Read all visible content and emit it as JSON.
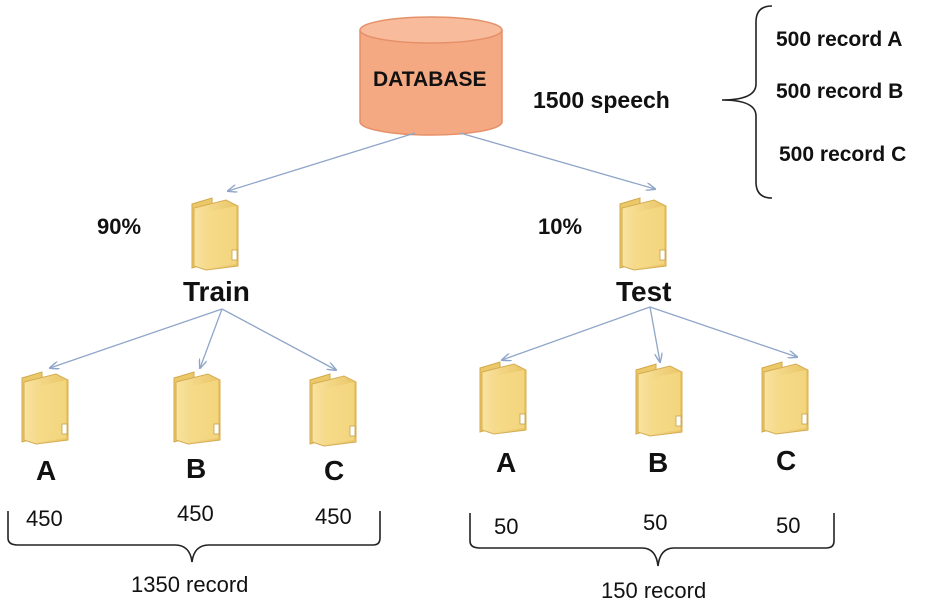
{
  "database": {
    "label": "DATABASE",
    "color": "#F5A983"
  },
  "speech_total": "1500 speech",
  "records": [
    {
      "count": "500",
      "label": "record A"
    },
    {
      "count": "500",
      "label": "record B"
    },
    {
      "count": "500",
      "label": "record C"
    }
  ],
  "train": {
    "percent": "90%",
    "title": "Train",
    "classes": [
      {
        "name": "A",
        "count": "450"
      },
      {
        "name": "B",
        "count": "450"
      },
      {
        "name": "C",
        "count": "450"
      }
    ],
    "total": "1350 record"
  },
  "test": {
    "percent": "10%",
    "title": "Test",
    "classes": [
      {
        "name": "A",
        "count": "50"
      },
      {
        "name": "B",
        "count": "50"
      },
      {
        "name": "C",
        "count": "50"
      }
    ],
    "total": "150 record"
  },
  "colors": {
    "arrow": "#8FA6C9",
    "brace": "#222222",
    "folder": "#F2D27A"
  }
}
